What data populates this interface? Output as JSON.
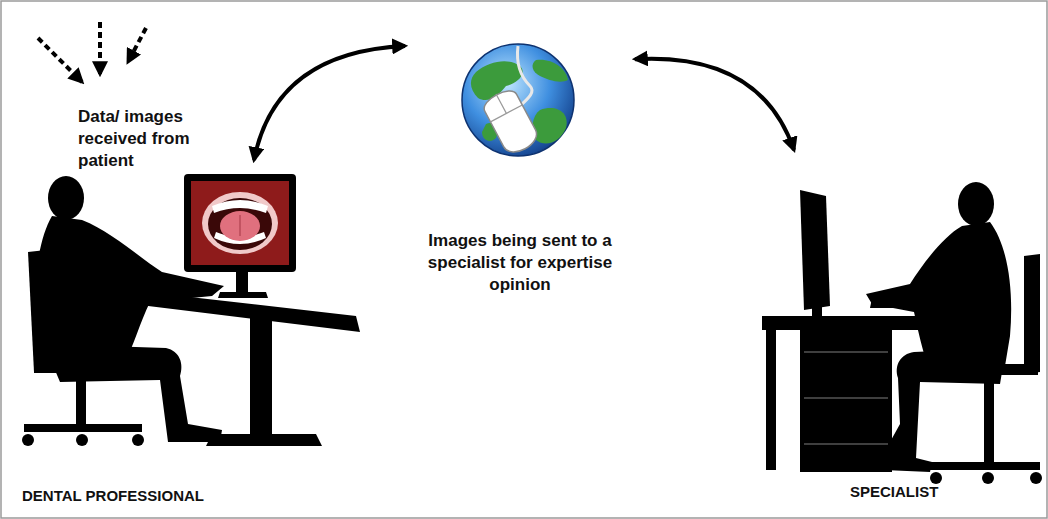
{
  "diagram": {
    "nodes": [
      {
        "text": [
          "DENTAL PROFESSIONAL"
        ]
      },
      {
        "text": [
          "Images being sent to a specialist for expertise opinion"
        ]
      },
      {
        "text": [
          "SPECIALIST"
        ]
      }
    ],
    "edges": [
      {
        "from": 0,
        "to": 1,
        "arrow": "both"
      },
      {
        "from": 1,
        "to": 2,
        "arrow": "both"
      }
    ],
    "labels": [
      "Data/ images received from patient"
    ]
  }
}
